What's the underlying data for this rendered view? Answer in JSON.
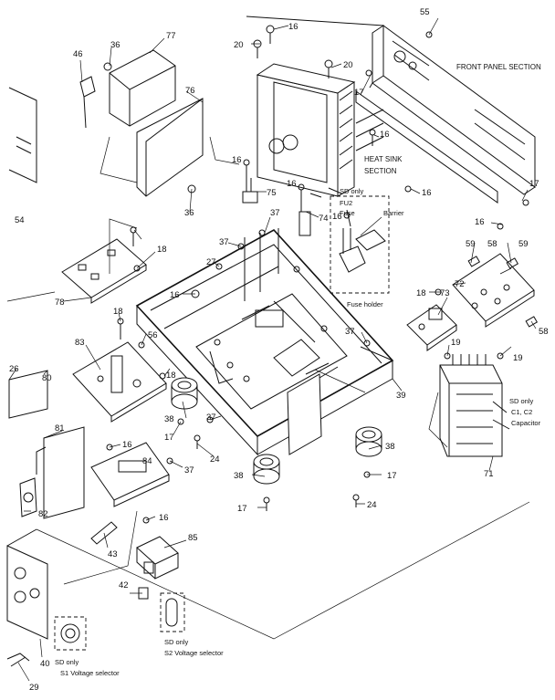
{
  "labels": {
    "front_panel_section": "FRONT PANEL SECTION",
    "heat_sink_1": "HEAT SINK",
    "heat_sink_2": "SECTION",
    "sd_only": "SD only",
    "fu2": "FU2",
    "fuse": "Fuse",
    "barrier": "Barrier",
    "fuse_holder": "Fuse holder",
    "sd_only_c1c2": "SD only",
    "c1c2": "C1, C2",
    "capacitor": "Capacitor",
    "s2_sd_only": "SD only",
    "s2_voltage_selector": "S2   Voltage selector",
    "s1_sd_only": "SD only",
    "s1_voltage_selector": "S1   Voltage selector"
  },
  "part_numbers": {
    "p55": "55",
    "p16a": "16",
    "p20a": "20",
    "p20b": "20",
    "p17a": "17",
    "p16b": "16",
    "p16c": "16",
    "p17b": "17",
    "p16d": "16",
    "p36a": "36",
    "p77": "77",
    "p46": "46",
    "p76": "76",
    "p36b": "36",
    "p54": "54",
    "p16e": "16",
    "p75": "75",
    "p16f": "16",
    "p74": "74",
    "p37a": "37",
    "p16g": "16",
    "p18a": "18",
    "p37b": "37",
    "p27": "27",
    "p78": "78",
    "p16h": "16",
    "p59a": "59",
    "p58a": "58",
    "p59b": "59",
    "p18b": "18",
    "p73": "73",
    "p72": "72",
    "p58b": "58",
    "p18c": "18",
    "p56": "56",
    "p83": "83",
    "p37c": "37",
    "p19a": "19",
    "p19b": "19",
    "p26": "26",
    "p80": "80",
    "p18d": "18",
    "p39": "39",
    "p38a": "38",
    "p37d": "37",
    "p17c": "17",
    "p24a": "24",
    "p81": "81",
    "p16i": "16",
    "p84": "84",
    "p37e": "37",
    "p38b": "38",
    "p38c": "38",
    "p17d": "17",
    "p17e": "17",
    "p71": "71",
    "p82": "82",
    "p16j": "16",
    "p24b": "24",
    "p43": "43",
    "p85": "85",
    "p42": "42",
    "p40": "40",
    "p29": "29"
  }
}
